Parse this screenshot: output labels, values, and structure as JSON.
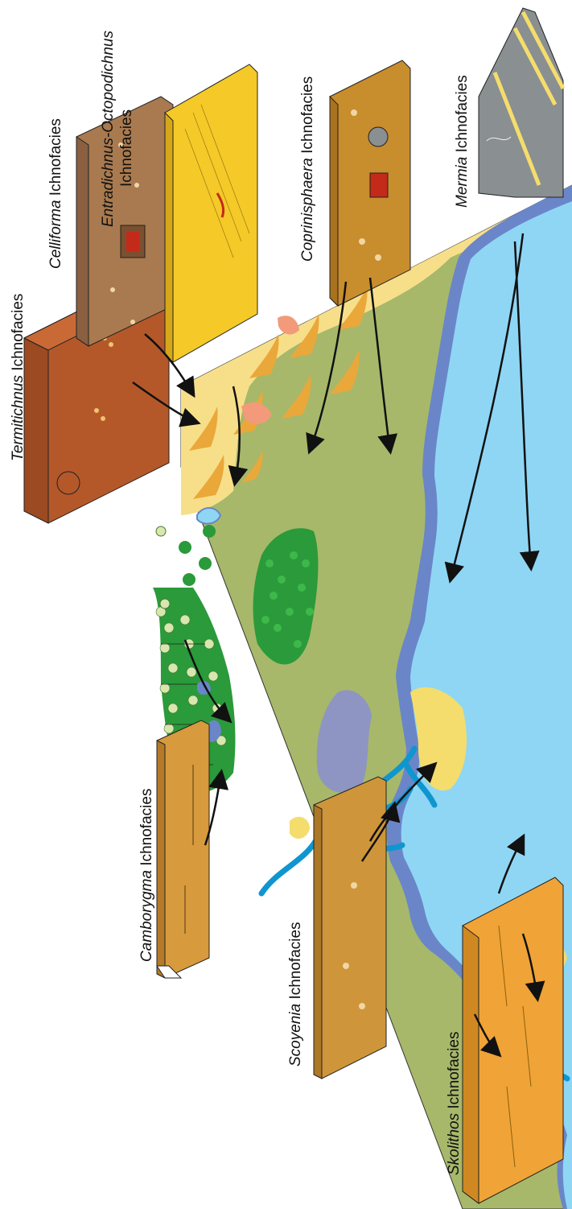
{
  "labels": {
    "termitichnus": {
      "genus": "Termitichnus",
      "suffix": " Ichnofacies"
    },
    "celliforma": {
      "genus": "Celliforma",
      "suffix": " Ichnofacies"
    },
    "entradichnus": {
      "genus": "Entradichnus-Octopodichnus",
      "line2": "Ichnofacies"
    },
    "coprinisphaera": {
      "genus": "Coprinisphaera",
      "suffix": " Ichnofacies"
    },
    "mermia": {
      "genus": "Mermia",
      "suffix": " Ichnofacies"
    },
    "camborygma": {
      "genus": "Camborygma",
      "suffix": " Ichnofacies"
    },
    "scoyenia": {
      "genus": "Scoyenia",
      "suffix": " Ichnofacies"
    },
    "skolithos": {
      "genus": "Skolithos",
      "suffix": " Ichnofacies"
    }
  },
  "colors": {
    "lake": "#8fd6f4",
    "lake_shore": "#6a86c8",
    "plain": "#a7b86a",
    "desert": "#f7df8a",
    "dune": "#eaa83a",
    "river": "#0f96cf",
    "sand_bar": "#f4dd6c",
    "forest_green": "#2a9a3a",
    "pond": "#8e95c2"
  },
  "blocks": [
    {
      "name": "termitichnus-block",
      "color": "#b4582a"
    },
    {
      "name": "celliforma-block",
      "color": "#a97a4f"
    },
    {
      "name": "entradichnus-block",
      "color": "#f4c928"
    },
    {
      "name": "coprinisphaera-block",
      "color": "#c88d2c"
    },
    {
      "name": "mermia-block",
      "color": "#8a8f92"
    },
    {
      "name": "camborygma-block",
      "color": "#d79a3c"
    },
    {
      "name": "scoyenia-block",
      "color": "#cf953a"
    },
    {
      "name": "skolithos-block",
      "color": "#f0a336"
    }
  ]
}
